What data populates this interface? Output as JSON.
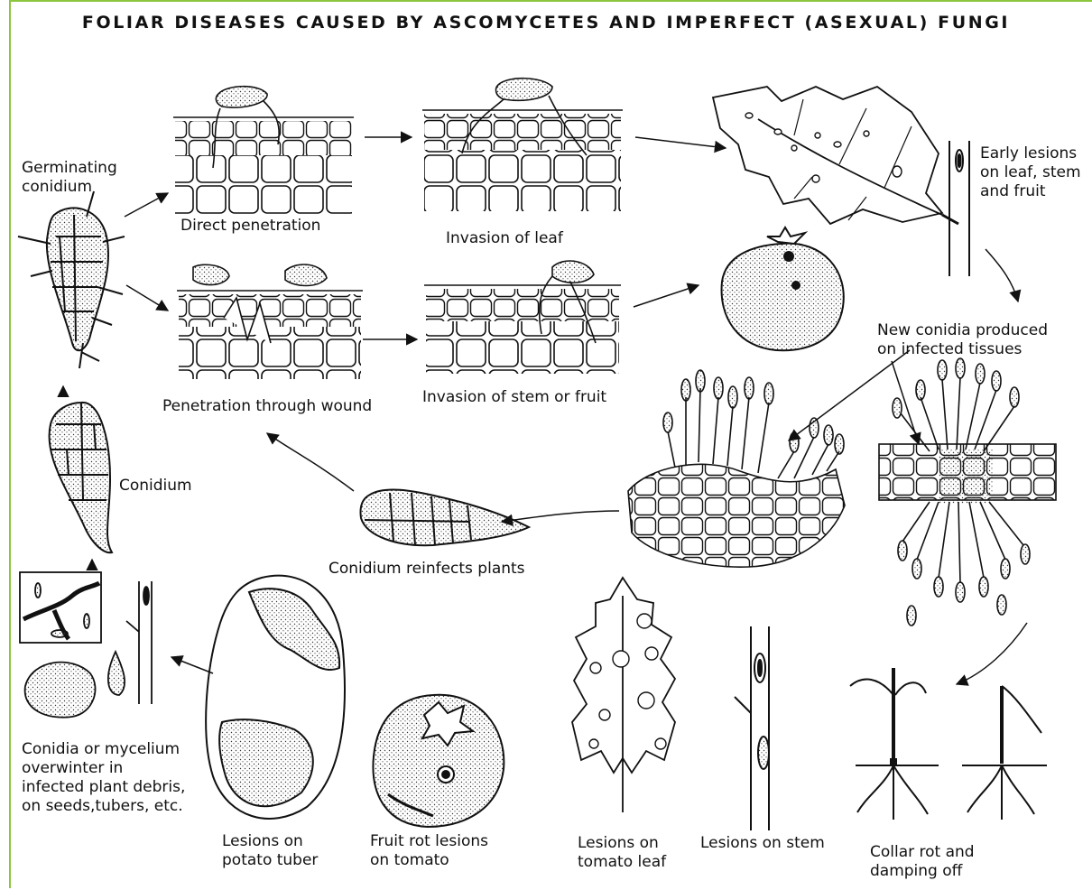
{
  "title": "FOLIAR DISEASES CAUSED BY ASCOMYCETES AND IMPERFECT (ASEXUAL) FUNGI",
  "colors": {
    "frame": "#8cc63f",
    "ink": "#111111"
  },
  "labels": {
    "germinating_conidium": "Germinating\nconidium",
    "direct_penetration": "Direct penetration",
    "invasion_of_leaf": "Invasion of leaf",
    "early_lesions": "Early lesions\non leaf, stem\nand fruit",
    "penetration_through_wound": "Penetration through wound",
    "invasion_of_stem_or_fruit": "Invasion of stem or fruit",
    "new_conidia": "New conidia produced\non infected tissues",
    "conidium": "Conidium",
    "conidium_reinfects": "Conidium reinfects plants",
    "overwinter": "Conidia or mycelium\noverwinter in\ninfected plant debris,\non seeds,tubers, etc.",
    "lesions_potato_tuber": "Lesions on\npotato tuber",
    "fruit_rot_lesions": "Fruit rot lesions\non tomato",
    "lesions_tomato_leaf": "Lesions on\ntomato leaf",
    "lesions_on_stem": "Lesions on stem",
    "collar_rot": "Collar rot and\ndamping off"
  }
}
